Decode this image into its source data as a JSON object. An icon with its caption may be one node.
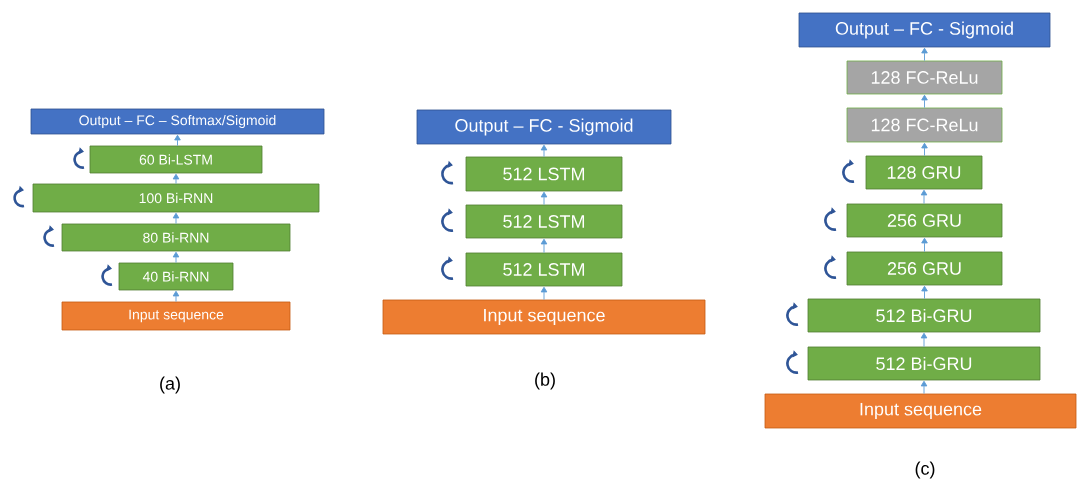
{
  "diagram": {
    "nodes": [
      {
        "text": [
          "Output – FC – Softmax/Sigmoid"
        ]
      },
      {
        "text": [
          "60 Bi-LSTM"
        ]
      },
      {
        "text": [
          "100 Bi-RNN"
        ]
      },
      {
        "text": [
          "80 Bi-RNN"
        ]
      },
      {
        "text": [
          "40 Bi-RNN"
        ]
      },
      {
        "text": [
          "Input sequence"
        ]
      },
      {
        "text": [
          "Output – FC - Sigmoid"
        ]
      },
      {
        "text": [
          "512 LSTM"
        ]
      },
      {
        "text": [
          "512 LSTM"
        ]
      },
      {
        "text": [
          "512 LSTM"
        ]
      },
      {
        "text": [
          "Input sequence"
        ]
      },
      {
        "text": [
          "Output – FC - Sigmoid"
        ]
      },
      {
        "text": [
          "128 FC-ReLu"
        ]
      },
      {
        "text": [
          "128 FC-ReLu"
        ]
      },
      {
        "text": [
          "128 GRU"
        ]
      },
      {
        "text": [
          "256 GRU"
        ]
      },
      {
        "text": [
          "256 GRU"
        ]
      },
      {
        "text": [
          "512 Bi-GRU"
        ]
      },
      {
        "text": [
          "512 Bi-GRU"
        ]
      },
      {
        "text": [
          "Input sequence"
        ]
      }
    ],
    "edges": [
      {
        "from": 5,
        "to": 4,
        "arrow": "to"
      },
      {
        "from": 4,
        "to": 3,
        "arrow": "to"
      },
      {
        "from": 3,
        "to": 2,
        "arrow": "to"
      },
      {
        "from": 2,
        "to": 1,
        "arrow": "to"
      },
      {
        "from": 1,
        "to": 0,
        "arrow": "to"
      },
      {
        "from": 10,
        "to": 9,
        "arrow": "to"
      },
      {
        "from": 9,
        "to": 8,
        "arrow": "to"
      },
      {
        "from": 8,
        "to": 7,
        "arrow": "to"
      },
      {
        "from": 7,
        "to": 6,
        "arrow": "to"
      },
      {
        "from": 19,
        "to": 18,
        "arrow": "to"
      },
      {
        "from": 18,
        "to": 17,
        "arrow": "to"
      },
      {
        "from": 17,
        "to": 16,
        "arrow": "to"
      },
      {
        "from": 16,
        "to": 15,
        "arrow": "to"
      },
      {
        "from": 15,
        "to": 14,
        "arrow": "to"
      },
      {
        "from": 14,
        "to": 13,
        "arrow": "to"
      },
      {
        "from": 13,
        "to": 12,
        "arrow": "to"
      },
      {
        "from": 12,
        "to": 11,
        "arrow": "to"
      }
    ],
    "labels": [
      "(a)",
      "(b)",
      "(c)"
    ]
  }
}
